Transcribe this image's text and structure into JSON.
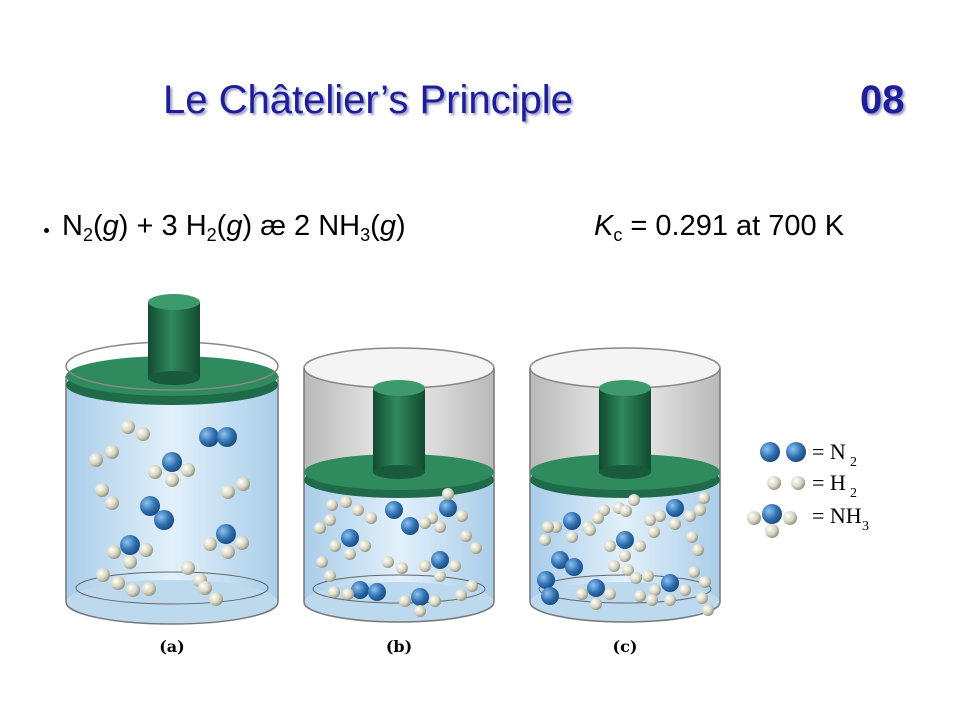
{
  "slide": {
    "title": "Le Châtelier’s Principle",
    "number": "08"
  },
  "equation": {
    "n2_label": "N",
    "n2_sub": "2",
    "g1": "g",
    "plus": " + 3 H",
    "h2_sub": "2",
    "g2": "g",
    "arrow": " æ 2 NH",
    "nh3_sub": "3",
    "g3": "g",
    "k_symbol": "K",
    "k_sub": "c",
    "k_rest": " = 0.291 at 700 K"
  },
  "figure": {
    "panels": [
      {
        "label": "(a)"
      },
      {
        "label": "(b)"
      },
      {
        "label": "(c)"
      }
    ],
    "legend": [
      {
        "text": "= N",
        "sub": "2"
      },
      {
        "text": "= H",
        "sub": "2"
      },
      {
        "text": "= NH",
        "sub": "3"
      }
    ],
    "colors": {
      "nitrogen": "#2e6fb0",
      "hydrogen": "#d8d8c8",
      "piston": "#1f6a48",
      "gas": "#c4def2",
      "cylinder": "#d8d8d8"
    }
  }
}
